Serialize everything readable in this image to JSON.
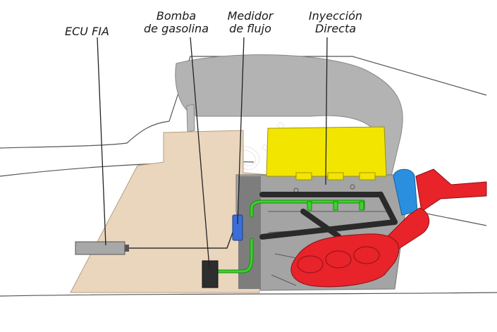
{
  "labels": {
    "ecu": "ECU FIA",
    "pump_line1": "Bomba",
    "pump_line2": "de gasolina",
    "flow_line1": "Medidor",
    "flow_line2": "de flujo",
    "inj_line1": "Inyección",
    "inj_line2": "Directa"
  },
  "watermark": "@auto...",
  "colors": {
    "tank": "#ead6bd",
    "airbox": "#b3b3b3",
    "engine_head": "#f2e600",
    "exhaust": "#e8232a",
    "intercooler_pipe": "#2b8fe0",
    "fuel_line": "#39d42a",
    "flow_meter": "#3a6fd8",
    "pump": "#2e2e2e",
    "ecu_box": "#a8a8a8"
  },
  "icons": {
    "flow_meter": "flow-meter-block",
    "pump": "fuel-pump-block",
    "ecu": "ecu-box"
  }
}
